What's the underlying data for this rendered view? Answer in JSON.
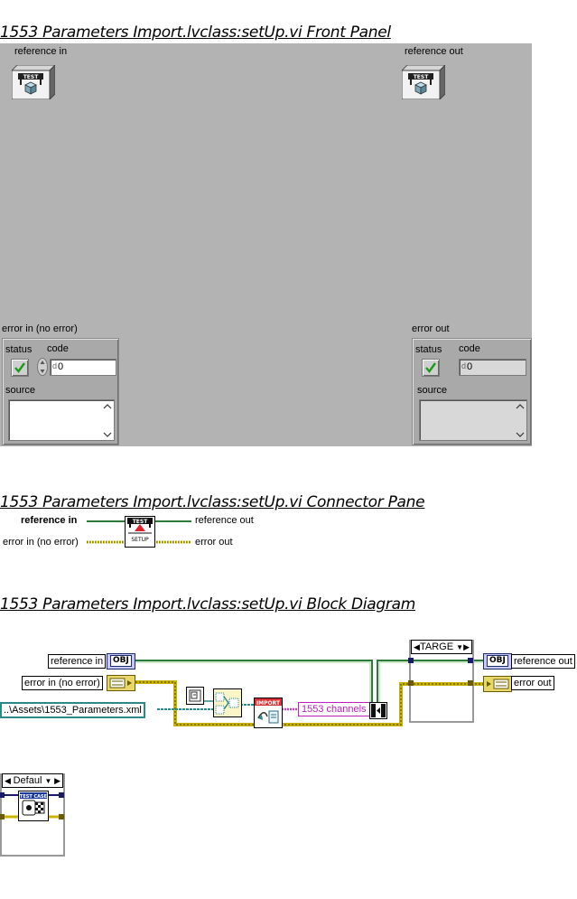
{
  "front_panel": {
    "title": "1553 Parameters Import.lvclass:setUp.vi Front Panel",
    "reference_in_label": "reference in",
    "reference_out_label": "reference out",
    "error_in": {
      "label": "error in (no error)",
      "status_label": "status",
      "code_label": "code",
      "code_value": "0",
      "source_label": "source",
      "source_value": ""
    },
    "error_out": {
      "label": "error out",
      "status_label": "status",
      "code_label": "code",
      "code_value": "0",
      "source_label": "source",
      "source_value": ""
    },
    "icon_badge": "TEST",
    "code_prefix": "d"
  },
  "connector_pane": {
    "title": "1553 Parameters Import.lvclass:setUp.vi Connector Pane",
    "reference_in": "reference in",
    "reference_out": "reference out",
    "error_in": "error in (no error)",
    "error_out": "error out",
    "icon_top": "TEST",
    "icon_bottom": "SETUP"
  },
  "block_diagram": {
    "title": "1553 Parameters Import.lvclass:setUp.vi Block Diagram",
    "reference_in": "reference in",
    "error_in": "error in (no error)",
    "path_constant": "..\\Assets\\1553_Parameters.xml",
    "import_label": "IMPORT",
    "string_constant": "1553 channels",
    "target_selector": "TARGE",
    "reference_out": "reference out",
    "error_out": "error out",
    "default_selector": "Defaul",
    "testcase_label": "TEST CASE",
    "obj_tag": "OBJ"
  }
}
